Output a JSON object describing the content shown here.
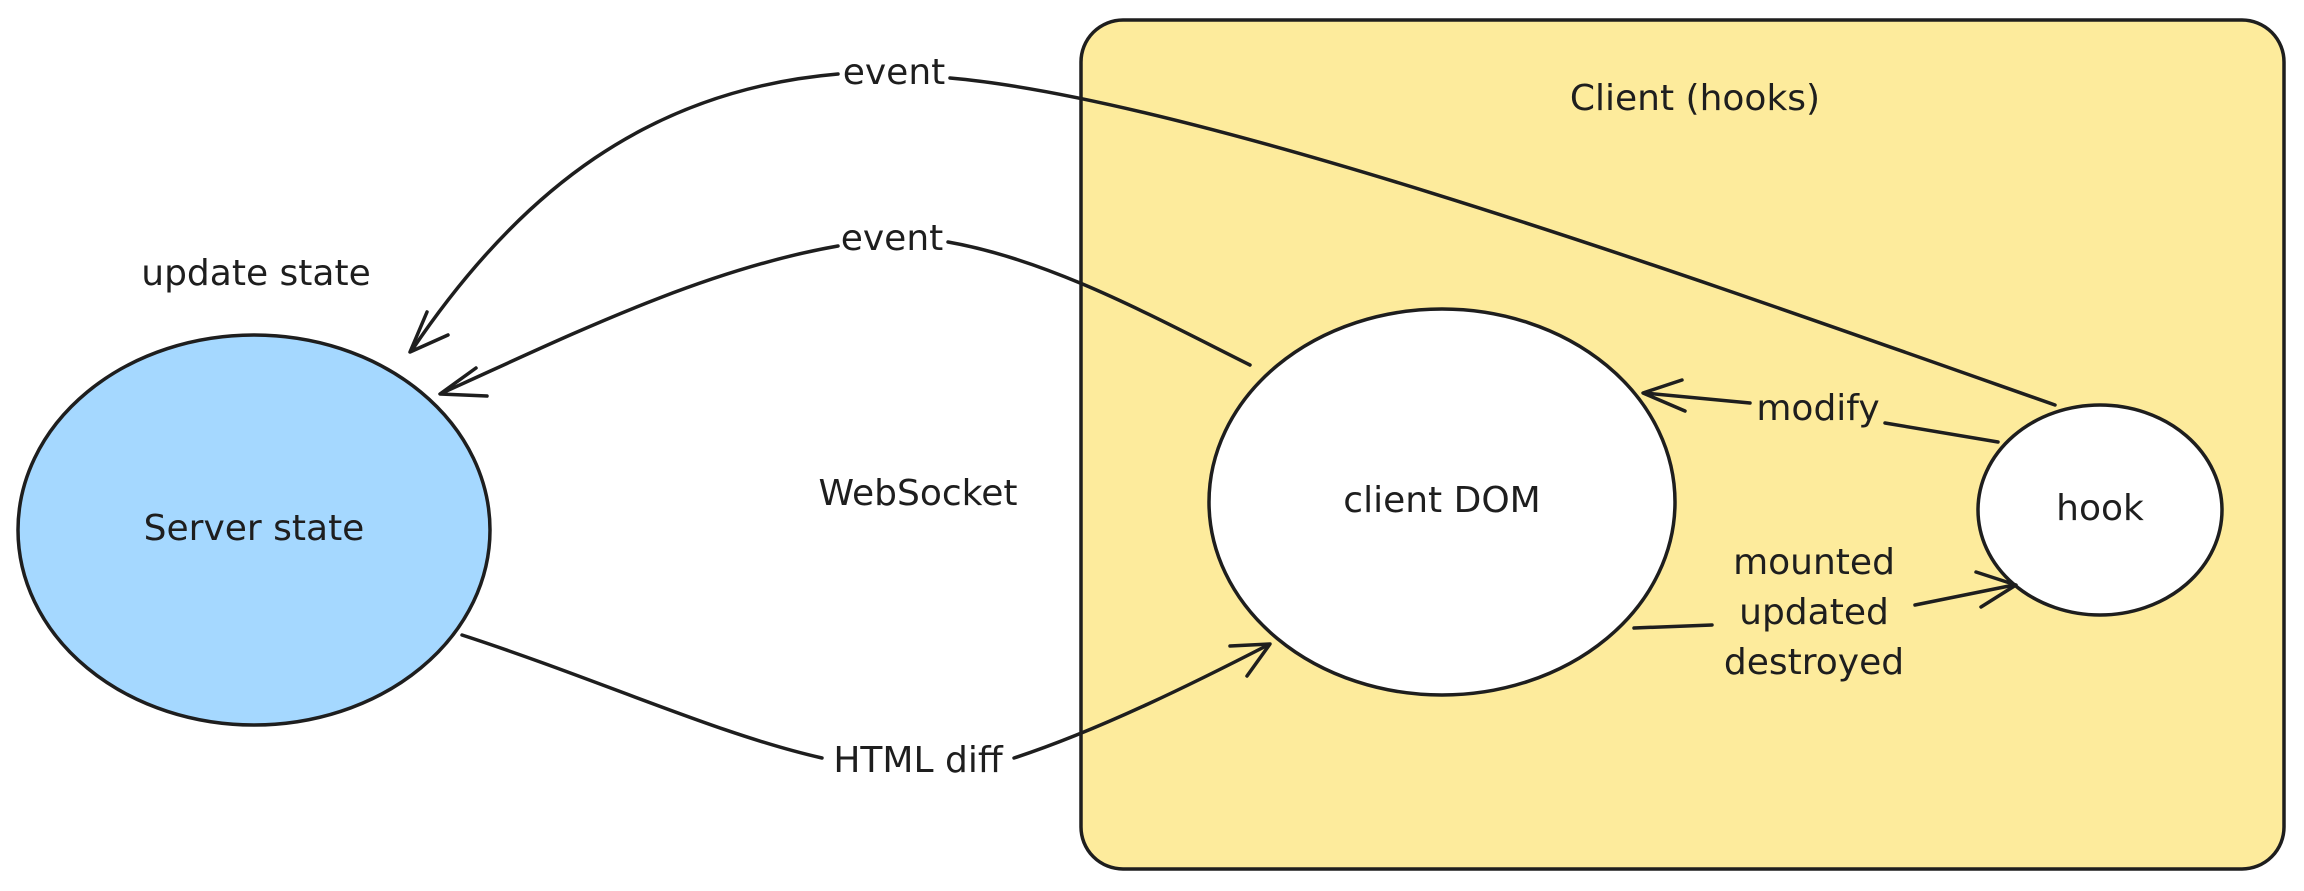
{
  "diagram": {
    "labels": {
      "client_group": "Client (hooks)",
      "update_state": "update state",
      "websocket": "WebSocket",
      "event_top": "event",
      "event_mid": "event",
      "html_diff": "HTML diff",
      "modify": "modify",
      "mounted": "mounted",
      "updated": "updated",
      "destroyed": "destroyed"
    },
    "nodes": {
      "server_state": "Server state",
      "client_dom": "client DOM",
      "hook": "hook"
    },
    "colors": {
      "client_group_fill": "#fdeb9c",
      "server_state_fill": "#a5d8ff",
      "node_fill": "#ffffff",
      "stroke": "#1e1e1e"
    }
  }
}
